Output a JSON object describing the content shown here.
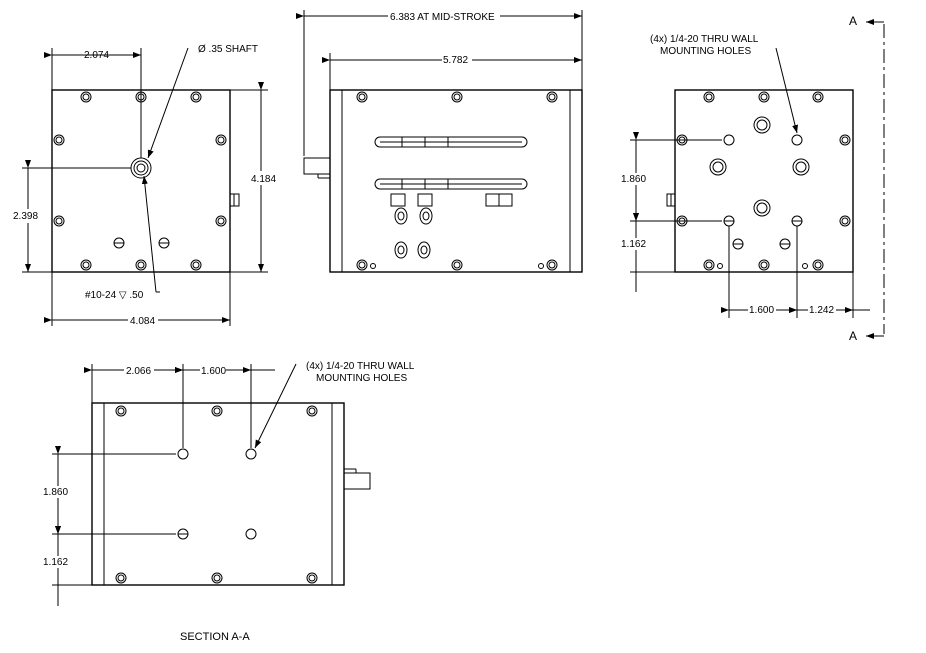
{
  "front_view": {
    "dim_top": "2.074",
    "shaft_callout": "Ø .35 SHAFT",
    "dim_height": "4.184",
    "dim_shaft_height": "2.398",
    "tap_callout": "#10-24 ▽ .50",
    "dim_width": "4.084"
  },
  "side_view": {
    "dim_overall": "6.383 AT MID-STROKE",
    "dim_body": "5.782"
  },
  "rear_view": {
    "holes_callout_line1": "(4x) 1/4-20 THRU WALL",
    "holes_callout_line2": "MOUNTING HOLES",
    "dim_vert_spacing": "1.860",
    "dim_vert_offset": "1.162",
    "dim_horiz_spacing": "1.600",
    "dim_horiz_offset": "1.242",
    "section_mark_top": "A",
    "section_mark_bottom": "A"
  },
  "section_view": {
    "dim_left": "2.066",
    "dim_spacing": "1.600",
    "holes_callout_line1": "(4x) 1/4-20 THRU WALL",
    "holes_callout_line2": "MOUNTING HOLES",
    "dim_vert_spacing": "1.860",
    "dim_vert_offset": "1.162",
    "title": "SECTION A-A"
  }
}
